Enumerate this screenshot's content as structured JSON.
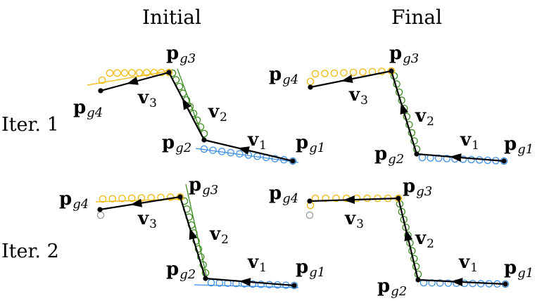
{
  "headers": {
    "initial": "Initial",
    "final": "Final"
  },
  "rows": {
    "iter1": "Iter. 1",
    "iter2": "Iter. 2"
  },
  "point_symbol": "p",
  "vector_symbol": "v",
  "goal_subscript": "g",
  "point_labels": [
    "1",
    "2",
    "3",
    "4"
  ],
  "vector_labels": [
    "1",
    "2",
    "3"
  ],
  "colors": {
    "segment1_samples": "#3b8fe3",
    "segment2_samples": "#3a8a1e",
    "segment3_samples": "#f2b705",
    "discarded_sample": "#9a9a9a",
    "path": "#000000"
  }
}
